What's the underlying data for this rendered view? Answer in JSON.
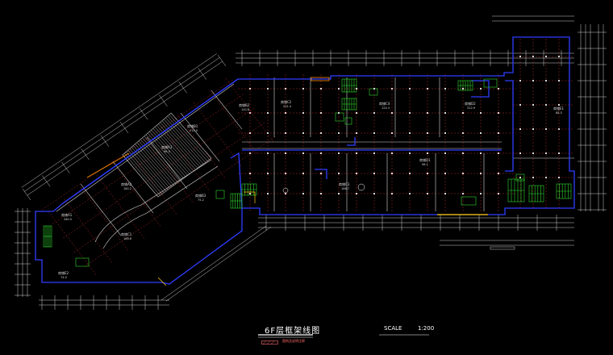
{
  "drawing": {
    "title": "6F层框架线图",
    "scale_label": "SCALE",
    "scale_value": "1:200",
    "legend_text": "图例及说明注释"
  },
  "colors": {
    "background": "#000000",
    "grid_line": "#ffffff",
    "axis_line": "#ff3b3b",
    "wall": "#2f3dff",
    "partition": "#d8d8d8",
    "stair": "#2fd82f",
    "accent": "#ffcc00",
    "hatch": "#bfbfbf",
    "orange": "#ff8a00"
  },
  "rooms": [
    {
      "name": "商铺A1",
      "area": "260.5"
    },
    {
      "name": "商铺A2",
      "area": "180.2"
    },
    {
      "name": "商铺A3",
      "area": "96.5"
    },
    {
      "name": "商铺B1",
      "area": "210.0"
    },
    {
      "name": "商铺B2",
      "area": "140.8"
    },
    {
      "name": "商铺B3",
      "area": "75.2"
    },
    {
      "name": "商铺C1",
      "area": "188.6"
    },
    {
      "name": "商铺C2",
      "area": "201.4"
    },
    {
      "name": "商铺C3",
      "area": "166.7"
    },
    {
      "name": "商铺C4",
      "area": "124.3"
    },
    {
      "name": "商铺D1",
      "area": "96.1"
    },
    {
      "name": "商铺D2",
      "area": "312.9"
    },
    {
      "name": "商铺E1",
      "area": "88.5"
    },
    {
      "name": "商铺E2",
      "area": "74.0"
    }
  ],
  "icons": {
    "stair": "stair-icon",
    "elevator": "elevator-icon",
    "column": "column-icon"
  }
}
